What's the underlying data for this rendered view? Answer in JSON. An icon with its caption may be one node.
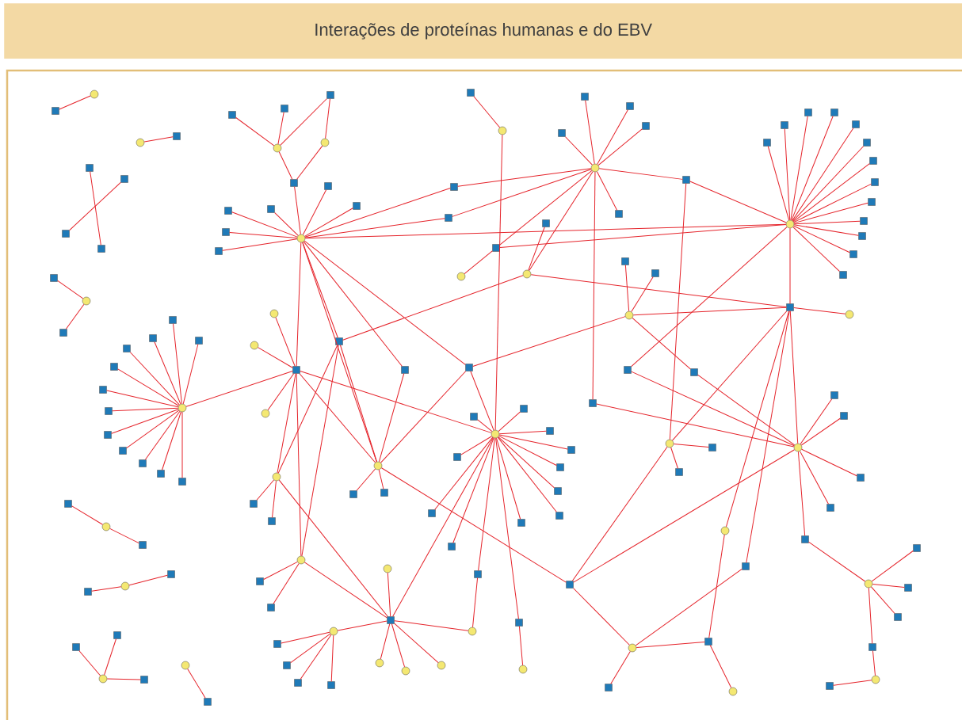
{
  "diagram": {
    "title": "Interações de proteínas humanas e do EBV",
    "nodes": [
      {
        "text": [],
        "shape": "box"
      },
      {
        "text": [],
        "shape": "circle"
      },
      {
        "text": [],
        "shape": "circle"
      },
      {
        "text": [],
        "shape": "box"
      },
      {
        "text": [],
        "shape": "box"
      },
      {
        "text": [],
        "shape": "box"
      },
      {
        "text": [],
        "shape": "box"
      },
      {
        "text": [],
        "shape": "box"
      },
      {
        "text": [],
        "shape": "box"
      },
      {
        "text": [],
        "shape": "circle"
      },
      {
        "text": [],
        "shape": "box"
      },
      {
        "text": [],
        "shape": "box"
      },
      {
        "text": [],
        "shape": "box"
      },
      {
        "text": [],
        "shape": "box"
      },
      {
        "text": [],
        "shape": "circle"
      },
      {
        "text": [],
        "shape": "circle"
      },
      {
        "text": [],
        "shape": "box"
      },
      {
        "text": [],
        "shape": "circle"
      },
      {
        "text": [],
        "shape": "box"
      },
      {
        "text": [],
        "shape": "box"
      },
      {
        "text": [],
        "shape": "box"
      },
      {
        "text": [],
        "shape": "box"
      },
      {
        "text": [],
        "shape": "box"
      },
      {
        "text": [],
        "shape": "box"
      },
      {
        "text": [],
        "shape": "box"
      },
      {
        "text": [],
        "shape": "circle"
      },
      {
        "text": [],
        "shape": "box"
      },
      {
        "text": [],
        "shape": "box"
      },
      {
        "text": [],
        "shape": "box"
      },
      {
        "text": [],
        "shape": "box"
      },
      {
        "text": [],
        "shape": "box"
      },
      {
        "text": [],
        "shape": "box"
      },
      {
        "text": [],
        "shape": "circle"
      },
      {
        "text": [],
        "shape": "box"
      },
      {
        "text": [],
        "shape": "box"
      },
      {
        "text": [],
        "shape": "box"
      },
      {
        "text": [],
        "shape": "box"
      },
      {
        "text": [],
        "shape": "circle"
      },
      {
        "text": [],
        "shape": "circle"
      },
      {
        "text": [],
        "shape": "box"
      },
      {
        "text": [],
        "shape": "box"
      },
      {
        "text": [],
        "shape": "box"
      },
      {
        "text": [],
        "shape": "box"
      },
      {
        "text": [],
        "shape": "box"
      },
      {
        "text": [],
        "shape": "box"
      },
      {
        "text": [],
        "shape": "box"
      },
      {
        "text": [],
        "shape": "box"
      },
      {
        "text": [],
        "shape": "box"
      },
      {
        "text": [],
        "shape": "box"
      },
      {
        "text": [],
        "shape": "box"
      },
      {
        "text": [],
        "shape": "box"
      },
      {
        "text": [],
        "shape": "box"
      },
      {
        "text": [],
        "shape": "circle"
      },
      {
        "text": [],
        "shape": "box"
      },
      {
        "text": [],
        "shape": "box"
      },
      {
        "text": [],
        "shape": "circle"
      },
      {
        "text": [],
        "shape": "box"
      },
      {
        "text": [],
        "shape": "circle"
      },
      {
        "text": [],
        "shape": "box"
      },
      {
        "text": [],
        "shape": "box"
      },
      {
        "text": [],
        "shape": "box"
      },
      {
        "text": [],
        "shape": "box"
      },
      {
        "text": [],
        "shape": "box"
      },
      {
        "text": [],
        "shape": "box"
      },
      {
        "text": [],
        "shape": "box"
      },
      {
        "text": [],
        "shape": "box"
      },
      {
        "text": [],
        "shape": "box"
      },
      {
        "text": [],
        "shape": "box"
      },
      {
        "text": [],
        "shape": "box"
      },
      {
        "text": [],
        "shape": "box"
      },
      {
        "text": [],
        "shape": "circle"
      },
      {
        "text": [],
        "shape": "circle"
      },
      {
        "text": [],
        "shape": "circle"
      },
      {
        "text": [],
        "shape": "box"
      },
      {
        "text": [],
        "shape": "box"
      },
      {
        "text": [],
        "shape": "box"
      },
      {
        "text": [],
        "shape": "box"
      },
      {
        "text": [],
        "shape": "box"
      },
      {
        "text": [],
        "shape": "box"
      },
      {
        "text": [],
        "shape": "circle"
      },
      {
        "text": [],
        "shape": "box"
      },
      {
        "text": [],
        "shape": "box"
      },
      {
        "text": [],
        "shape": "box"
      },
      {
        "text": [],
        "shape": "box"
      },
      {
        "text": [],
        "shape": "box"
      },
      {
        "text": [],
        "shape": "circle"
      },
      {
        "text": [],
        "shape": "box"
      },
      {
        "text": [],
        "shape": "box"
      },
      {
        "text": [],
        "shape": "box"
      },
      {
        "text": [],
        "shape": "box"
      },
      {
        "text": [],
        "shape": "box"
      },
      {
        "text": [],
        "shape": "box"
      },
      {
        "text": [],
        "shape": "box"
      },
      {
        "text": [],
        "shape": "circle"
      },
      {
        "text": [],
        "shape": "box"
      },
      {
        "text": [],
        "shape": "box"
      },
      {
        "text": [],
        "shape": "circle"
      },
      {
        "text": [],
        "shape": "box"
      },
      {
        "text": [],
        "shape": "box"
      },
      {
        "text": [],
        "shape": "circle"
      },
      {
        "text": [],
        "shape": "box"
      },
      {
        "text": [],
        "shape": "box"
      },
      {
        "text": [],
        "shape": "circle"
      },
      {
        "text": [],
        "shape": "box"
      },
      {
        "text": [],
        "shape": "box"
      },
      {
        "text": [],
        "shape": "box"
      },
      {
        "text": [],
        "shape": "box"
      },
      {
        "text": [],
        "shape": "box"
      },
      {
        "text": [],
        "shape": "circle"
      },
      {
        "text": [],
        "shape": "box"
      },
      {
        "text": [],
        "shape": "box"
      },
      {
        "text": [],
        "shape": "circle"
      },
      {
        "text": [],
        "shape": "box"
      },
      {
        "text": [],
        "shape": "circle"
      },
      {
        "text": [],
        "shape": "box"
      },
      {
        "text": [],
        "shape": "circle"
      },
      {
        "text": [],
        "shape": "box"
      },
      {
        "text": [],
        "shape": "box"
      },
      {
        "text": [],
        "shape": "circle"
      },
      {
        "text": [],
        "shape": "box"
      },
      {
        "text": [],
        "shape": "box"
      },
      {
        "text": [],
        "shape": "box"
      },
      {
        "text": [],
        "shape": "circle"
      },
      {
        "text": [],
        "shape": "box"
      },
      {
        "text": [],
        "shape": "box"
      },
      {
        "text": [],
        "shape": "box"
      },
      {
        "text": [],
        "shape": "box"
      },
      {
        "text": [],
        "shape": "box"
      },
      {
        "text": [],
        "shape": "circle"
      },
      {
        "text": [],
        "shape": "circle"
      },
      {
        "text": [],
        "shape": "box"
      },
      {
        "text": [],
        "shape": "box"
      },
      {
        "text": [],
        "shape": "box"
      },
      {
        "text": [],
        "shape": "box"
      },
      {
        "text": [],
        "shape": "circle"
      },
      {
        "text": [],
        "shape": "circle"
      },
      {
        "text": [],
        "shape": "circle"
      },
      {
        "text": [],
        "shape": "circle"
      },
      {
        "text": [],
        "shape": "circle"
      },
      {
        "text": [],
        "shape": "box"
      },
      {
        "text": [],
        "shape": "box"
      },
      {
        "text": [],
        "shape": "circle"
      },
      {
        "text": [],
        "shape": "box"
      },
      {
        "text": [],
        "shape": "circle"
      },
      {
        "text": [],
        "shape": "box"
      },
      {
        "text": [],
        "shape": "box"
      },
      {
        "text": [],
        "shape": "box"
      },
      {
        "text": [],
        "shape": "circle"
      },
      {
        "text": [],
        "shape": "box"
      },
      {
        "text": [],
        "shape": "circle"
      },
      {
        "text": [],
        "shape": "box"
      }
    ],
    "edges": [
      {
        "from": 0,
        "to": 1,
        "arrow": "none"
      },
      {
        "from": 2,
        "to": 3,
        "arrow": "none"
      },
      {
        "from": 4,
        "to": 5,
        "arrow": "none"
      },
      {
        "from": 6,
        "to": 7,
        "arrow": "none"
      },
      {
        "from": 8,
        "to": 9,
        "arrow": "none"
      },
      {
        "from": 9,
        "to": 10,
        "arrow": "none"
      },
      {
        "from": 11,
        "to": 14,
        "arrow": "none"
      },
      {
        "from": 12,
        "to": 14,
        "arrow": "none"
      },
      {
        "from": 13,
        "to": 14,
        "arrow": "none"
      },
      {
        "from": 13,
        "to": 15,
        "arrow": "none"
      },
      {
        "from": 14,
        "to": 16,
        "arrow": "none"
      },
      {
        "from": 15,
        "to": 16,
        "arrow": "none"
      },
      {
        "from": 16,
        "to": 17,
        "arrow": "none"
      },
      {
        "from": 17,
        "to": 18,
        "arrow": "none"
      },
      {
        "from": 17,
        "to": 19,
        "arrow": "none"
      },
      {
        "from": 17,
        "to": 20,
        "arrow": "none"
      },
      {
        "from": 17,
        "to": 21,
        "arrow": "none"
      },
      {
        "from": 17,
        "to": 22,
        "arrow": "none"
      },
      {
        "from": 17,
        "to": 23,
        "arrow": "none"
      },
      {
        "from": 17,
        "to": 26,
        "arrow": "none"
      },
      {
        "from": 17,
        "to": 27,
        "arrow": "none"
      },
      {
        "from": 17,
        "to": 52,
        "arrow": "none"
      },
      {
        "from": 17,
        "to": 74,
        "arrow": "none"
      },
      {
        "from": 17,
        "to": 73,
        "arrow": "none"
      },
      {
        "from": 17,
        "to": 75,
        "arrow": "none"
      },
      {
        "from": 17,
        "to": 76,
        "arrow": "none"
      },
      {
        "from": 17,
        "to": 93,
        "arrow": "none"
      },
      {
        "from": 24,
        "to": 25,
        "arrow": "none"
      },
      {
        "from": 25,
        "to": 85,
        "arrow": "none"
      },
      {
        "from": 26,
        "to": 32,
        "arrow": "none"
      },
      {
        "from": 27,
        "to": 32,
        "arrow": "none"
      },
      {
        "from": 28,
        "to": 32,
        "arrow": "none"
      },
      {
        "from": 29,
        "to": 32,
        "arrow": "none"
      },
      {
        "from": 30,
        "to": 32,
        "arrow": "none"
      },
      {
        "from": 31,
        "to": 32,
        "arrow": "none"
      },
      {
        "from": 33,
        "to": 32,
        "arrow": "none"
      },
      {
        "from": 32,
        "to": 34,
        "arrow": "none"
      },
      {
        "from": 32,
        "to": 36,
        "arrow": "none"
      },
      {
        "from": 32,
        "to": 38,
        "arrow": "none"
      },
      {
        "from": 32,
        "to": 80,
        "arrow": "none"
      },
      {
        "from": 36,
        "to": 37,
        "arrow": "none"
      },
      {
        "from": 36,
        "to": 52,
        "arrow": "none"
      },
      {
        "from": 35,
        "to": 38,
        "arrow": "none"
      },
      {
        "from": 38,
        "to": 73,
        "arrow": "none"
      },
      {
        "from": 38,
        "to": 56,
        "arrow": "none"
      },
      {
        "from": 34,
        "to": 52,
        "arrow": "none"
      },
      {
        "from": 34,
        "to": 99,
        "arrow": "none"
      },
      {
        "from": 39,
        "to": 52,
        "arrow": "none"
      },
      {
        "from": 40,
        "to": 52,
        "arrow": "none"
      },
      {
        "from": 41,
        "to": 52,
        "arrow": "none"
      },
      {
        "from": 42,
        "to": 52,
        "arrow": "none"
      },
      {
        "from": 43,
        "to": 52,
        "arrow": "none"
      },
      {
        "from": 44,
        "to": 52,
        "arrow": "none"
      },
      {
        "from": 45,
        "to": 52,
        "arrow": "none"
      },
      {
        "from": 46,
        "to": 52,
        "arrow": "none"
      },
      {
        "from": 47,
        "to": 52,
        "arrow": "none"
      },
      {
        "from": 48,
        "to": 52,
        "arrow": "none"
      },
      {
        "from": 49,
        "to": 52,
        "arrow": "none"
      },
      {
        "from": 50,
        "to": 52,
        "arrow": "none"
      },
      {
        "from": 51,
        "to": 52,
        "arrow": "none"
      },
      {
        "from": 52,
        "to": 56,
        "arrow": "none"
      },
      {
        "from": 52,
        "to": 77,
        "arrow": "none"
      },
      {
        "from": 53,
        "to": 55,
        "arrow": "none"
      },
      {
        "from": 54,
        "to": 55,
        "arrow": "none"
      },
      {
        "from": 55,
        "to": 56,
        "arrow": "none"
      },
      {
        "from": 55,
        "to": 76,
        "arrow": "none"
      },
      {
        "from": 55,
        "to": 78,
        "arrow": "none"
      },
      {
        "from": 56,
        "to": 57,
        "arrow": "none"
      },
      {
        "from": 56,
        "to": 99,
        "arrow": "none"
      },
      {
        "from": 56,
        "to": 102,
        "arrow": "none"
      },
      {
        "from": 56,
        "to": 111,
        "arrow": "none"
      },
      {
        "from": 56,
        "to": 121,
        "arrow": "none"
      },
      {
        "from": 58,
        "to": 70,
        "arrow": "none"
      },
      {
        "from": 59,
        "to": 70,
        "arrow": "none"
      },
      {
        "from": 60,
        "to": 70,
        "arrow": "none"
      },
      {
        "from": 61,
        "to": 70,
        "arrow": "none"
      },
      {
        "from": 62,
        "to": 70,
        "arrow": "none"
      },
      {
        "from": 63,
        "to": 70,
        "arrow": "none"
      },
      {
        "from": 64,
        "to": 70,
        "arrow": "none"
      },
      {
        "from": 65,
        "to": 70,
        "arrow": "none"
      },
      {
        "from": 66,
        "to": 70,
        "arrow": "none"
      },
      {
        "from": 67,
        "to": 70,
        "arrow": "none"
      },
      {
        "from": 68,
        "to": 70,
        "arrow": "none"
      },
      {
        "from": 69,
        "to": 70,
        "arrow": "none"
      },
      {
        "from": 70,
        "to": 74,
        "arrow": "none"
      },
      {
        "from": 71,
        "to": 74,
        "arrow": "none"
      },
      {
        "from": 72,
        "to": 74,
        "arrow": "none"
      },
      {
        "from": 79,
        "to": 74,
        "arrow": "none"
      },
      {
        "from": 74,
        "to": 85,
        "arrow": "none"
      },
      {
        "from": 74,
        "to": 96,
        "arrow": "none"
      },
      {
        "from": 74,
        "to": 115,
        "arrow": "none"
      },
      {
        "from": 74,
        "to": 93,
        "arrow": "none"
      },
      {
        "from": 73,
        "to": 96,
        "arrow": "none"
      },
      {
        "from": 73,
        "to": 115,
        "arrow": "none"
      },
      {
        "from": 73,
        "to": 93,
        "arrow": "none"
      },
      {
        "from": 75,
        "to": 93,
        "arrow": "none"
      },
      {
        "from": 76,
        "to": 85,
        "arrow": "none"
      },
      {
        "from": 76,
        "to": 93,
        "arrow": "none"
      },
      {
        "from": 93,
        "to": 94,
        "arrow": "none"
      },
      {
        "from": 93,
        "to": 95,
        "arrow": "none"
      },
      {
        "from": 93,
        "to": 120,
        "arrow": "none"
      },
      {
        "from": 85,
        "to": 81,
        "arrow": "none"
      },
      {
        "from": 85,
        "to": 82,
        "arrow": "none"
      },
      {
        "from": 85,
        "to": 83,
        "arrow": "none"
      },
      {
        "from": 85,
        "to": 84,
        "arrow": "none"
      },
      {
        "from": 85,
        "to": 86,
        "arrow": "none"
      },
      {
        "from": 85,
        "to": 87,
        "arrow": "none"
      },
      {
        "from": 85,
        "to": 88,
        "arrow": "none"
      },
      {
        "from": 85,
        "to": 89,
        "arrow": "none"
      },
      {
        "from": 85,
        "to": 90,
        "arrow": "none"
      },
      {
        "from": 85,
        "to": 91,
        "arrow": "none"
      },
      {
        "from": 85,
        "to": 92,
        "arrow": "none"
      },
      {
        "from": 85,
        "to": 119,
        "arrow": "none"
      },
      {
        "from": 85,
        "to": 127,
        "arrow": "none"
      },
      {
        "from": 85,
        "to": 126,
        "arrow": "none"
      },
      {
        "from": 119,
        "to": 128,
        "arrow": "none"
      },
      {
        "from": 127,
        "to": 137,
        "arrow": "none"
      },
      {
        "from": 77,
        "to": 102,
        "arrow": "none"
      },
      {
        "from": 78,
        "to": 102,
        "arrow": "none"
      },
      {
        "from": 80,
        "to": 102,
        "arrow": "none"
      },
      {
        "from": 99,
        "to": 100,
        "arrow": "none"
      },
      {
        "from": 99,
        "to": 101,
        "arrow": "none"
      },
      {
        "from": 99,
        "to": 120,
        "arrow": "none"
      },
      {
        "from": 102,
        "to": 103,
        "arrow": "none"
      },
      {
        "from": 102,
        "to": 104,
        "arrow": "none"
      },
      {
        "from": 102,
        "to": 105,
        "arrow": "none"
      },
      {
        "from": 102,
        "to": 106,
        "arrow": "none"
      },
      {
        "from": 102,
        "to": 110,
        "arrow": "none"
      },
      {
        "from": 102,
        "to": 120,
        "arrow": "none"
      },
      {
        "from": 111,
        "to": 139,
        "arrow": "none"
      },
      {
        "from": 121,
        "to": 138,
        "arrow": "none"
      },
      {
        "from": 120,
        "to": 138,
        "arrow": "none"
      },
      {
        "from": 138,
        "to": 139,
        "arrow": "none"
      },
      {
        "from": 138,
        "to": 140,
        "arrow": "none"
      },
      {
        "from": 139,
        "to": 141,
        "arrow": "none"
      },
      {
        "from": 110,
        "to": 122,
        "arrow": "none"
      },
      {
        "from": 122,
        "to": 123,
        "arrow": "none"
      },
      {
        "from": 122,
        "to": 124,
        "arrow": "none"
      },
      {
        "from": 122,
        "to": 125,
        "arrow": "none"
      },
      {
        "from": 122,
        "to": 142,
        "arrow": "none"
      },
      {
        "from": 142,
        "to": 143,
        "arrow": "none"
      },
      {
        "from": 143,
        "to": 144,
        "arrow": "none"
      },
      {
        "from": 96,
        "to": 97,
        "arrow": "none"
      },
      {
        "from": 96,
        "to": 98,
        "arrow": "none"
      },
      {
        "from": 96,
        "to": 126,
        "arrow": "none"
      },
      {
        "from": 115,
        "to": 116,
        "arrow": "none"
      },
      {
        "from": 115,
        "to": 117,
        "arrow": "none"
      },
      {
        "from": 115,
        "to": 126,
        "arrow": "none"
      },
      {
        "from": 126,
        "to": 118,
        "arrow": "none"
      },
      {
        "from": 126,
        "to": 129,
        "arrow": "none"
      },
      {
        "from": 126,
        "to": 134,
        "arrow": "none"
      },
      {
        "from": 126,
        "to": 135,
        "arrow": "none"
      },
      {
        "from": 126,
        "to": 136,
        "arrow": "none"
      },
      {
        "from": 126,
        "to": 128,
        "arrow": "none"
      },
      {
        "from": 129,
        "to": 130,
        "arrow": "none"
      },
      {
        "from": 129,
        "to": 131,
        "arrow": "none"
      },
      {
        "from": 129,
        "to": 132,
        "arrow": "none"
      },
      {
        "from": 129,
        "to": 133,
        "arrow": "none"
      },
      {
        "from": 107,
        "to": 108,
        "arrow": "none"
      },
      {
        "from": 108,
        "to": 109,
        "arrow": "none"
      },
      {
        "from": 112,
        "to": 113,
        "arrow": "none"
      },
      {
        "from": 113,
        "to": 114,
        "arrow": "none"
      },
      {
        "from": 145,
        "to": 147,
        "arrow": "none"
      },
      {
        "from": 146,
        "to": 147,
        "arrow": "none"
      },
      {
        "from": 147,
        "to": 148,
        "arrow": "none"
      },
      {
        "from": 149,
        "to": 150,
        "arrow": "none"
      }
    ]
  }
}
